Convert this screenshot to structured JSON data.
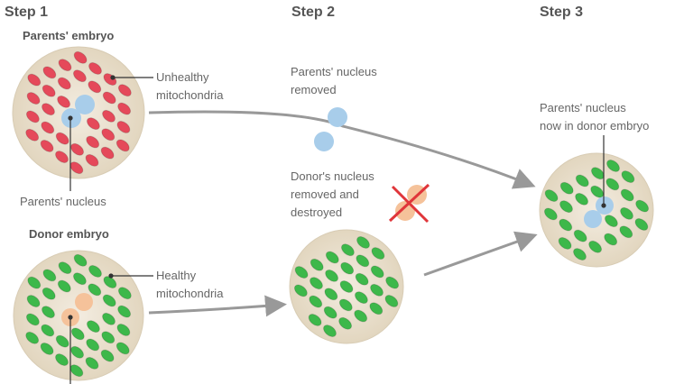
{
  "steps": [
    "Step 1",
    "Step 2",
    "Step 3"
  ],
  "labels": {
    "parents_embryo": "Parents' embryo",
    "donor_embryo": "Donor embryo",
    "unhealthy_1": "Unhealthy",
    "unhealthy_2": "mitochondria",
    "healthy_1": "Healthy",
    "healthy_2": "mitochondria",
    "parents_nucleus": "Parents' nucleus",
    "removed_1": "Parents' nucleus",
    "removed_2": "removed",
    "donor_removed_1": "Donor's nucleus",
    "donor_removed_2": "removed and",
    "donor_removed_3": "destroyed",
    "now_1": "Parents' nucleus",
    "now_2": "now in donor embryo"
  },
  "colors": {
    "cell": "#e6dcc8",
    "unhealthy": "#e5495a",
    "healthy": "#3db84a",
    "parent_nucleus": "#a8cdea",
    "donor_nucleus": "#f5c29a",
    "cross": "#e0353a",
    "arrow": "#999999"
  }
}
